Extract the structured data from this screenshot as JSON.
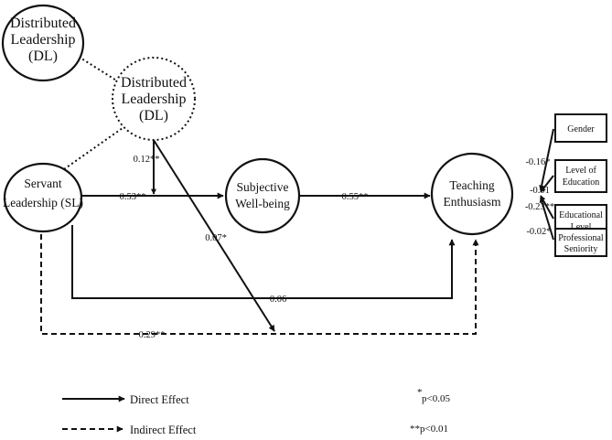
{
  "nodes": {
    "dl_outer": {
      "lines": [
        "Distributed",
        "Leadership",
        "(DL)"
      ]
    },
    "dl_moderator": {
      "lines": [
        "Distributed",
        "Leadership",
        "(DL)"
      ]
    },
    "sl": {
      "lines": [
        "Servant",
        "Leadership (SL)"
      ]
    },
    "swb": {
      "lines": [
        "Subjective",
        "Well-being"
      ]
    },
    "te": {
      "lines": [
        "Teaching",
        "Enthusiasm"
      ]
    }
  },
  "controls": [
    {
      "lines": [
        "Gender"
      ],
      "coef": "-0.16*"
    },
    {
      "lines": [
        "Level of",
        "Education"
      ],
      "coef": "-0.01"
    },
    {
      "lines": [
        "Educational",
        "Level"
      ],
      "coef": "-0.23**"
    },
    {
      "lines": [
        "Professional",
        "Seniority"
      ],
      "coef": "-0.02*"
    }
  ],
  "paths": {
    "sl_swb": "0.53**",
    "swb_te": "0.55**",
    "moderation_a": "0.12**",
    "moderation_indirect": "0.07*",
    "sl_te_direct": "0.06",
    "sl_te_indirect": "0.29**"
  },
  "legend": {
    "direct": "Direct Effect",
    "indirect": "Indirect Effect"
  },
  "significance": {
    "p05_mark": "*",
    "p05_text": "p<0.05",
    "p01_text": "**p<0.01"
  }
}
